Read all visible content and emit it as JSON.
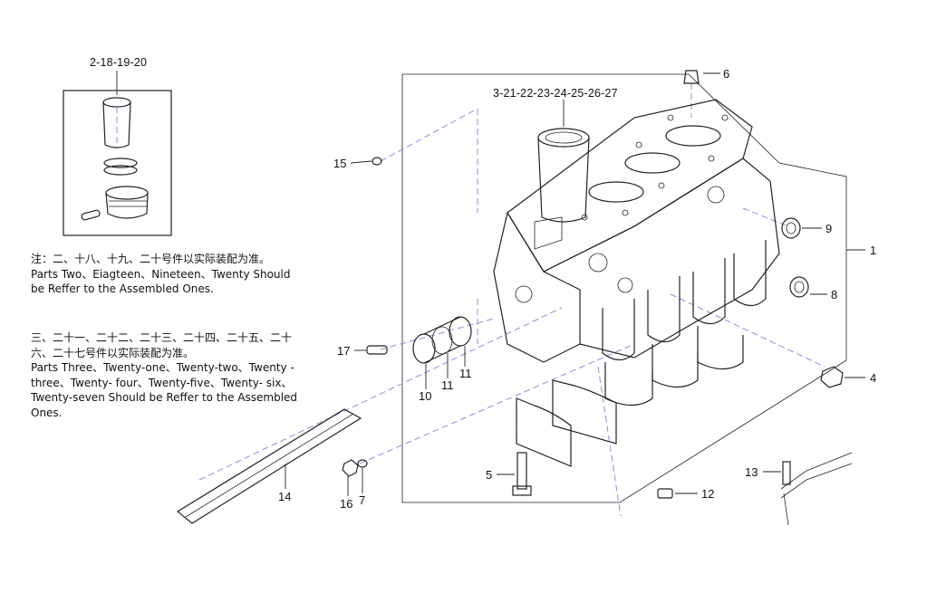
{
  "group_labels": {
    "liner_set": "2-18-19-20",
    "liner_set_main": "3-21-22-23-24-25-26-27"
  },
  "callouts": {
    "c1": "1",
    "c4": "4",
    "c5": "5",
    "c6": "6",
    "c7": "7",
    "c8": "8",
    "c9": "9",
    "c10": "10",
    "c11a": "11",
    "c11b": "11",
    "c12": "12",
    "c13": "13",
    "c14": "14",
    "c15": "15",
    "c16": "16",
    "c17": "17"
  },
  "notes": {
    "note1": "注：二、十八、十九、二十号件以实际装配为准。\nParts Two、Eiagteen、Nineteen、Twenty Should  be Reffer to the Assembled Ones.",
    "note2": "三、二十一、二十二、二十三、二十四、二十五、二十六、二十七号件以实际装配为准。\nParts Three、Twenty-one、Twenty-two、Twenty -three、Twenty- four、Twenty-five、Twenty- six、Twenty-seven Should  be Reffer to the Assembled Ones."
  }
}
